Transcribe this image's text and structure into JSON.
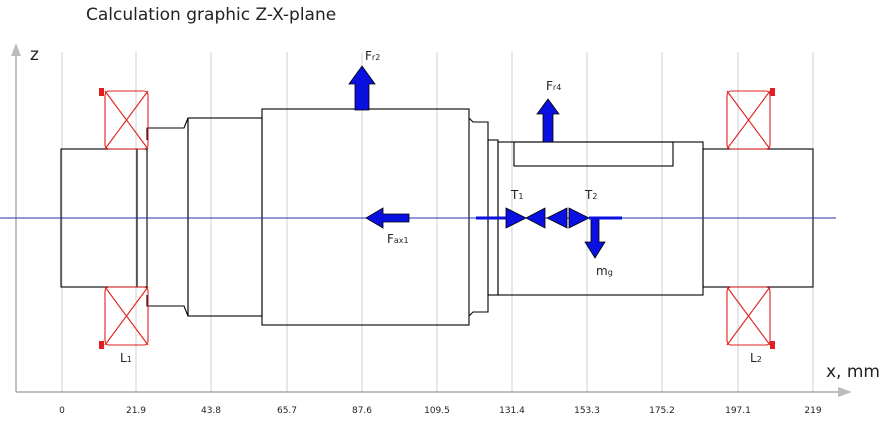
{
  "title": "Calculation graphic Z-X-plane",
  "axes": {
    "z_label": "z",
    "x_label": "x, mm",
    "ticks": [
      "0",
      "21.9",
      "43.8",
      "65.7",
      "87.6",
      "109.5",
      "131.4",
      "153.3",
      "175.2",
      "197.1",
      "219"
    ]
  },
  "labels": {
    "bearing_left": "L",
    "bearing_left_sub": "1",
    "bearing_right": "L",
    "bearing_right_sub": "2",
    "force_r2": "F",
    "force_r2_sub": "r2",
    "force_r4": "F",
    "force_r4_sub": "r4",
    "force_ax1": "F",
    "force_ax1_sub": "ax1",
    "torque_1": "T",
    "torque_1_sub": "1",
    "torque_2": "T",
    "torque_2_sub": "2",
    "moment": "m",
    "moment_sub": "g"
  },
  "colors": {
    "arrow": "#0a10e0",
    "axis_line": "#2030b0",
    "bearing": "#e02020",
    "outline": "#000000",
    "grid": "#cfcfcf"
  }
}
